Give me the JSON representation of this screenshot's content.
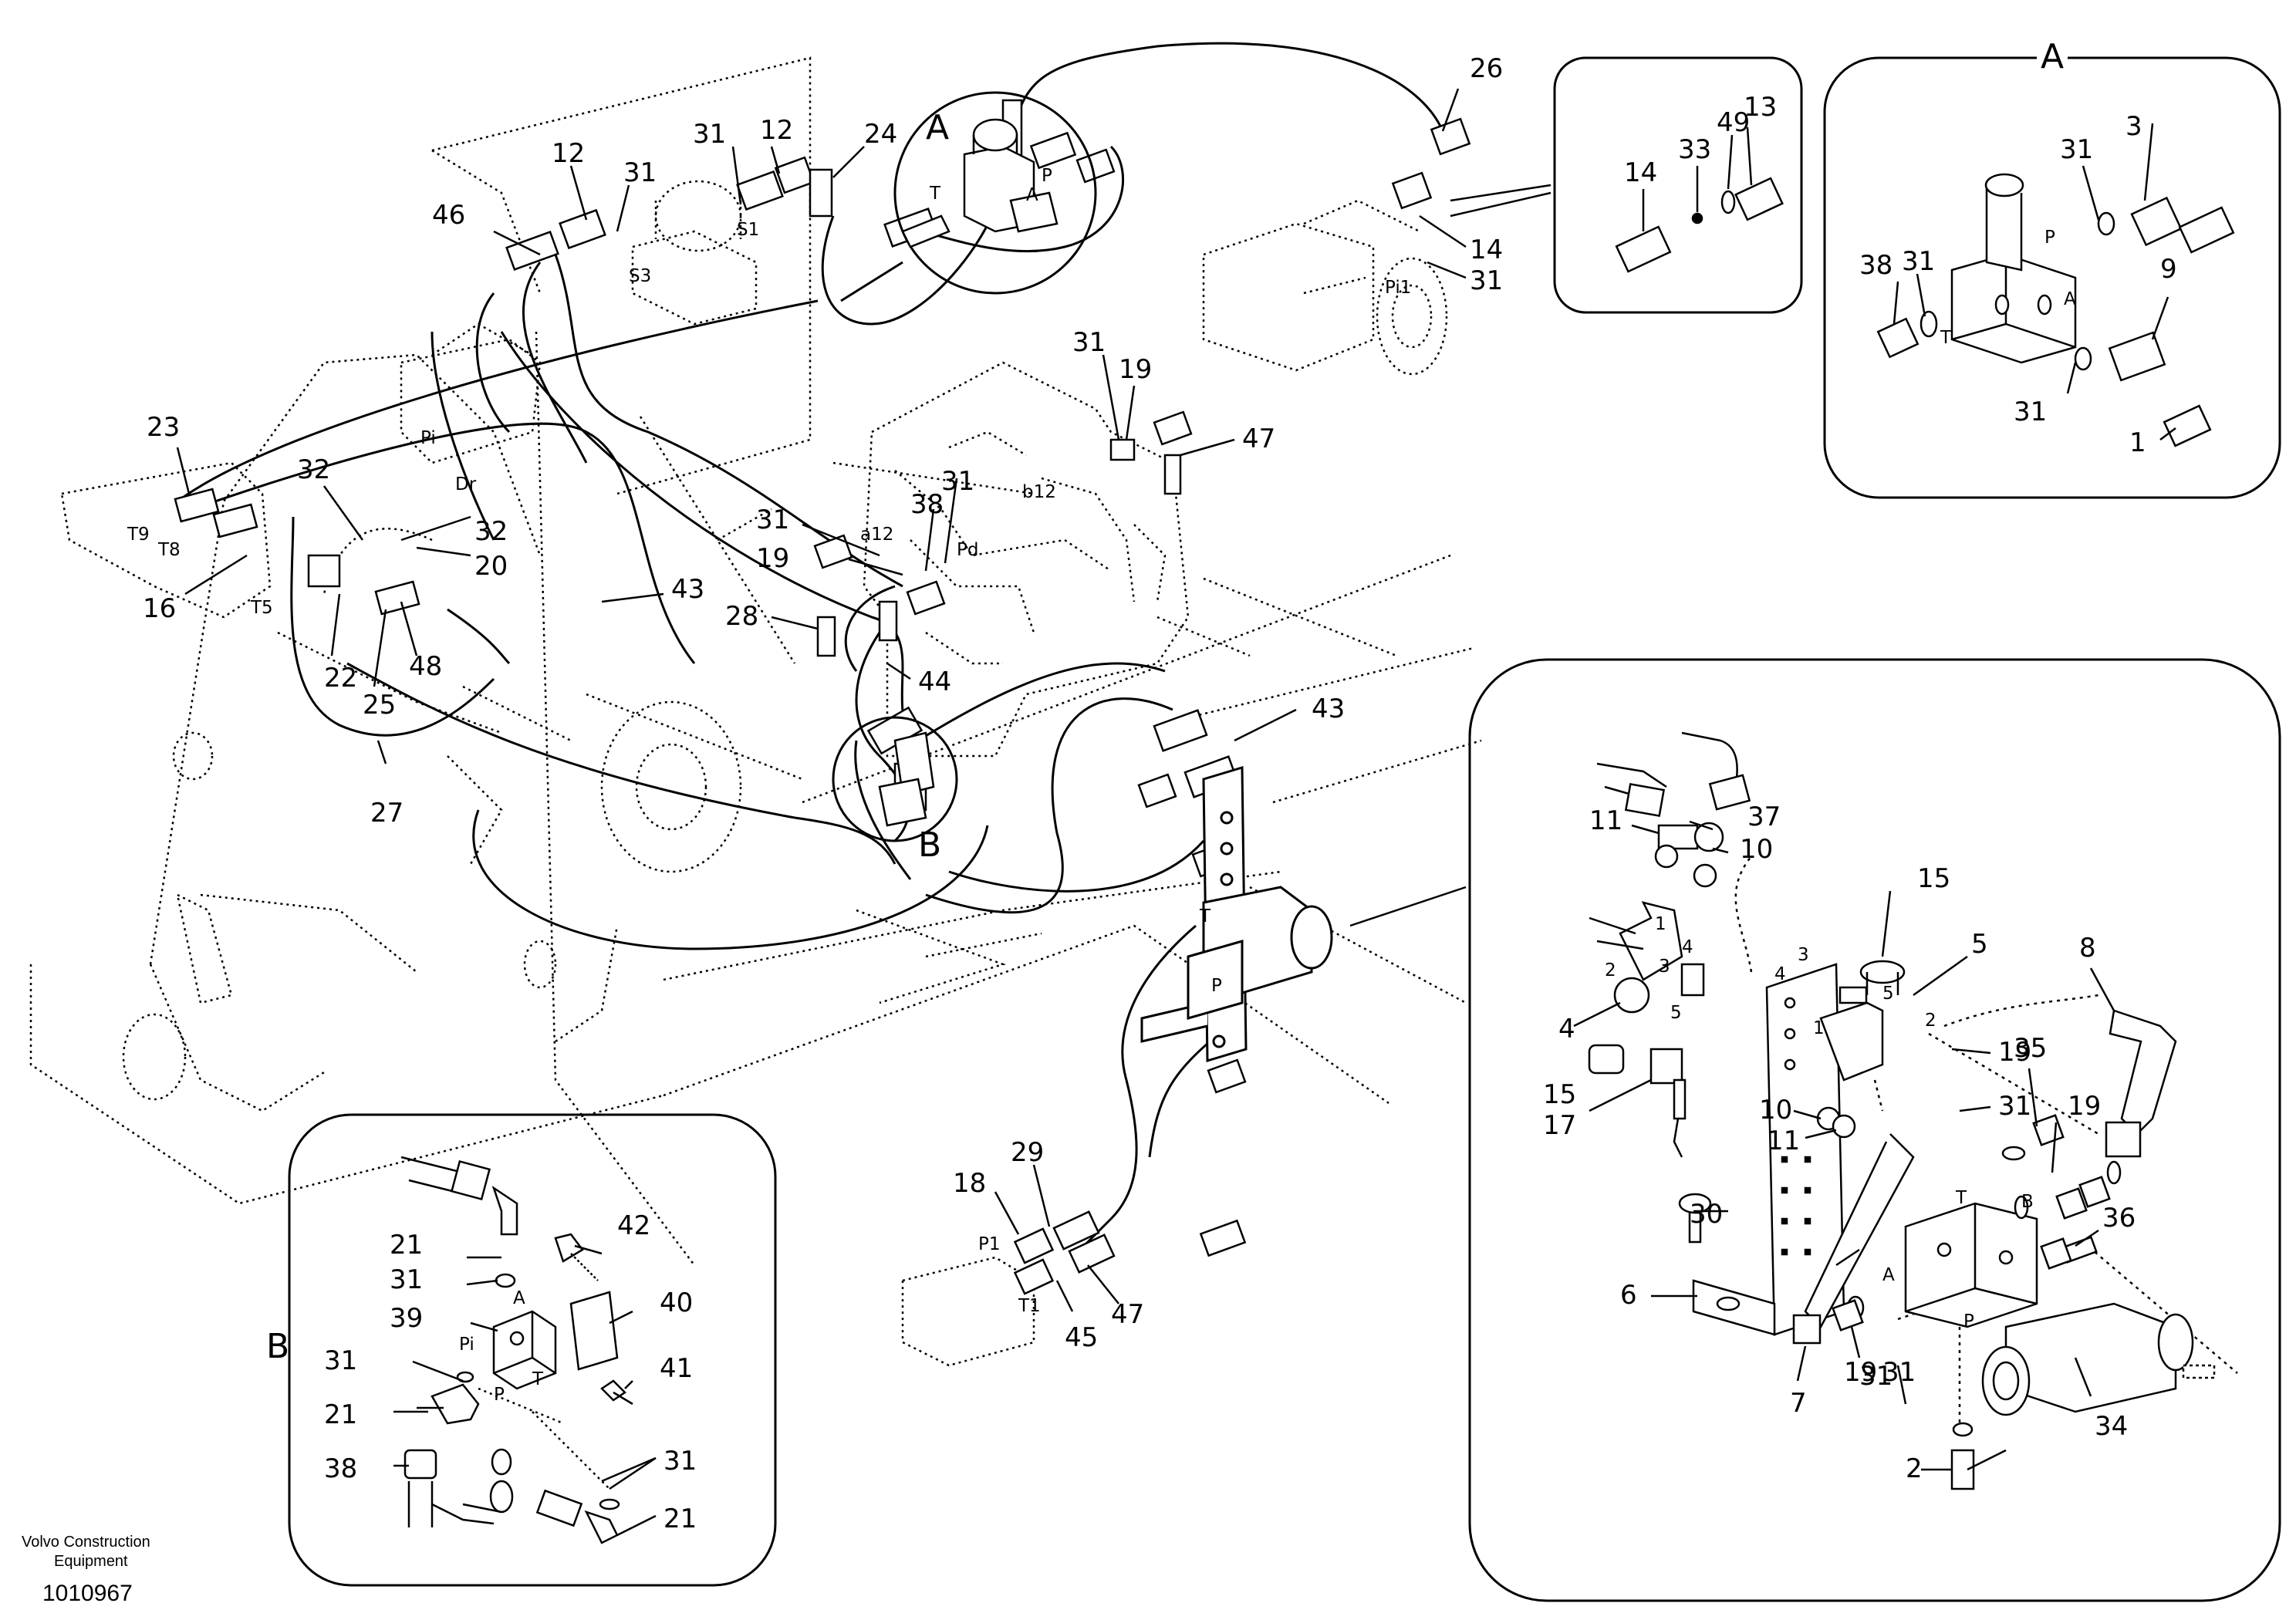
{
  "inset_a": {
    "title": "A",
    "callouts": [
      "3",
      "31",
      "31",
      "38",
      "9",
      "31",
      "1"
    ],
    "ports": [
      "P",
      "T",
      "A"
    ]
  },
  "inset_b": {
    "title": "B",
    "callouts": [
      "42",
      "21",
      "31",
      "39",
      "40",
      "31",
      "41",
      "21",
      "38",
      "31",
      "21"
    ],
    "ports": [
      "A",
      "Pi",
      "P",
      "T"
    ]
  },
  "inset_c": {
    "callouts": [
      "11",
      "37",
      "10",
      "15",
      "5",
      "8",
      "4",
      "15",
      "17",
      "19",
      "10",
      "11",
      "31",
      "19",
      "35",
      "30",
      "36",
      "6",
      "31",
      "19",
      "7",
      "31",
      "34",
      "2"
    ],
    "ports": [
      "1",
      "2",
      "3",
      "4",
      "5",
      "3",
      "4",
      "1",
      "5",
      "2",
      "T",
      "B",
      "A",
      "P"
    ]
  },
  "inset_d": {
    "callouts": [
      "14",
      "33",
      "49",
      "13"
    ]
  },
  "main": {
    "callouts": [
      "26",
      "12",
      "24",
      "12",
      "31",
      "31",
      "46",
      "14",
      "31",
      "23",
      "32",
      "32",
      "20",
      "16",
      "22",
      "48",
      "25",
      "27",
      "31",
      "19",
      "47",
      "31",
      "31",
      "38",
      "19",
      "28",
      "43",
      "44",
      "43",
      "29",
      "18",
      "47",
      "45"
    ],
    "port_labels": [
      "S1",
      "S3",
      "T",
      "P",
      "A",
      "Pi1",
      "Pi",
      "Dr",
      "T9",
      "T8",
      "T5",
      "a12",
      "b12",
      "Pd",
      "T",
      "P",
      "P1",
      "T1"
    ],
    "view_markers": [
      "A",
      "B"
    ]
  },
  "footer": {
    "company_line1": "Volvo Construction",
    "company_line2": "Equipment",
    "drawing_number": "1010967"
  }
}
